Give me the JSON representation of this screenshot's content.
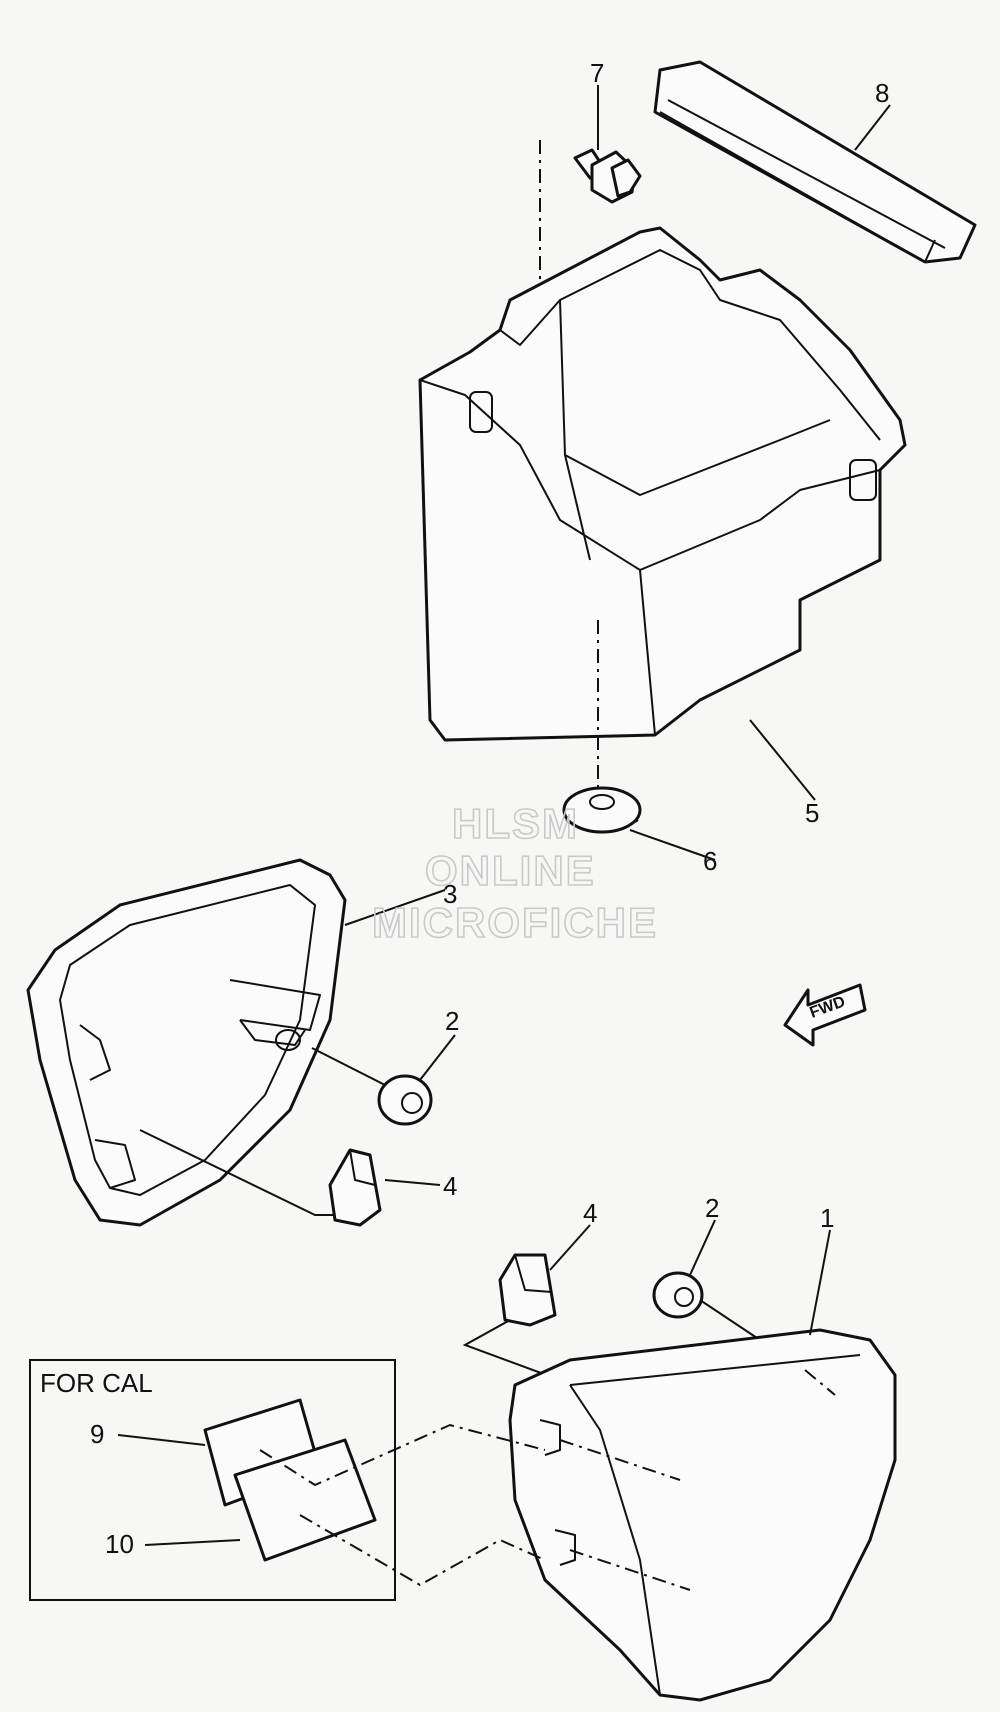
{
  "diagram": {
    "watermark": [
      "HLSM",
      "ONLINE",
      "MICROFICHE"
    ],
    "fwd_label": "FWD",
    "inset_label": "FOR CAL",
    "callouts": {
      "c1": "1",
      "c2a": "2",
      "c2b": "2",
      "c3": "3",
      "c4a": "4",
      "c4b": "4",
      "c5": "5",
      "c6": "6",
      "c7": "7",
      "c8": "8",
      "c9": "9",
      "c10": "10"
    }
  }
}
